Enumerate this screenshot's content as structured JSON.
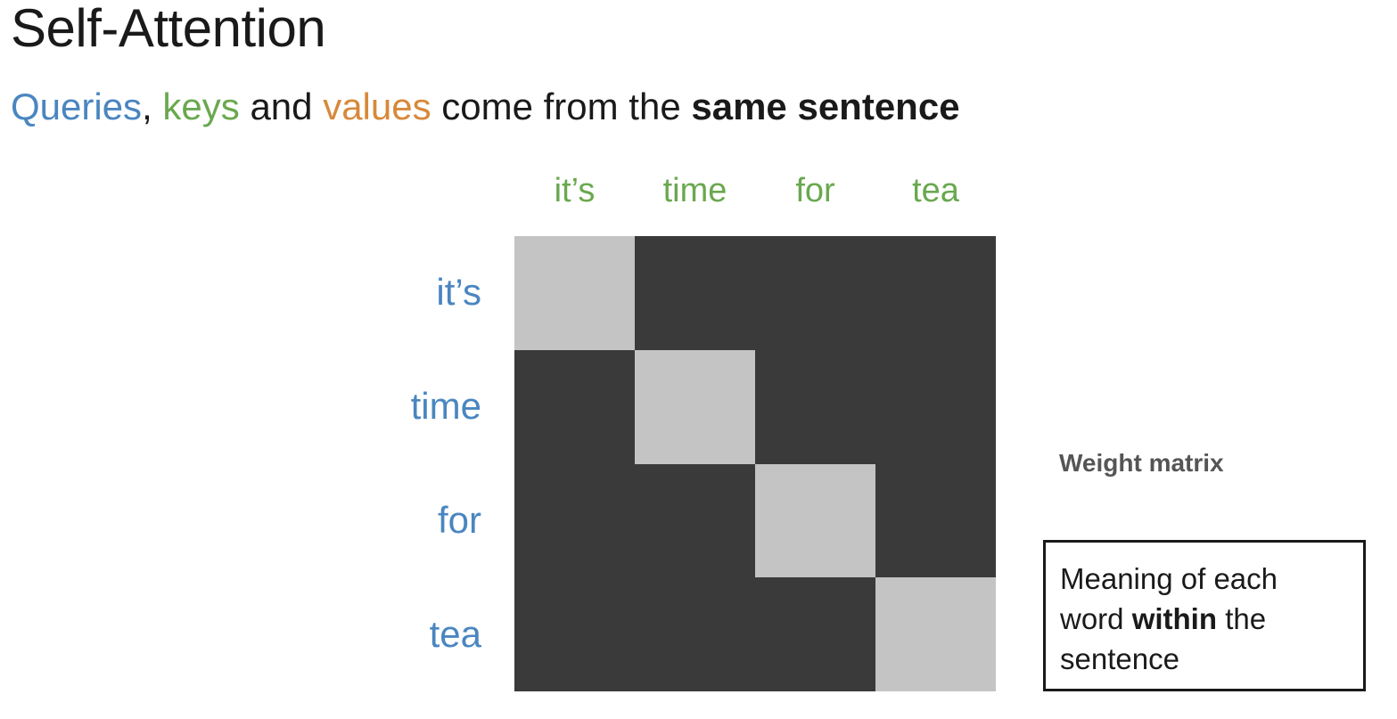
{
  "title": "Self-Attention",
  "subtitle": {
    "queries": "Queries",
    "comma": ",",
    "keys": "keys",
    "and": "and",
    "values": "values",
    "middle": "come from the",
    "bold": "same sentence"
  },
  "colors": {
    "queries": "#4a86c0",
    "keys": "#6aa84f",
    "values": "#d7893a",
    "cell_high": "#c4c4c4",
    "cell_low": "#3a3a3a"
  },
  "column_labels": [
    "it’s",
    "time",
    "for",
    "tea"
  ],
  "row_labels": [
    "it’s",
    "time",
    "for",
    "tea"
  ],
  "weights": [
    [
      1,
      0,
      0,
      0
    ],
    [
      0,
      1,
      0,
      0
    ],
    [
      0,
      0,
      1,
      0
    ],
    [
      0,
      0,
      0,
      1
    ]
  ],
  "weight_matrix_label": "Weight matrix",
  "meaning_box": {
    "line1": "Meaning of each",
    "pre_bold": "word",
    "bold": "within",
    "post_bold": "the",
    "line3": "sentence"
  }
}
